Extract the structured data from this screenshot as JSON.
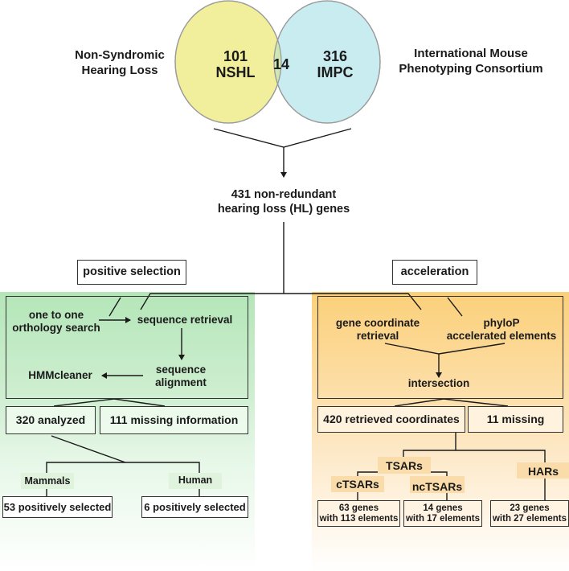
{
  "venn": {
    "left_label_line1": "Non-Syndromic",
    "left_label_line2": "Hearing Loss",
    "right_label_line1": "International Mouse",
    "right_label_line2": "Phenotyping Consortium",
    "left_count": "101",
    "left_name": "NSHL",
    "overlap_count": "14",
    "right_count": "316",
    "right_name": "IMPC",
    "colors": {
      "left": "#f2ef9c",
      "right": "#c9ecf0",
      "overlap": "#cde8b4",
      "stroke": "#999999"
    }
  },
  "summary": {
    "line1": "431 non-redundant",
    "line2": "hearing loss (HL) genes"
  },
  "branches": {
    "left_title": "positive selection",
    "right_title": "acceleration"
  },
  "positive_selection": {
    "step_orthology_line1": "one to one",
    "step_orthology_line2": "orthology search",
    "step_retrieval": "sequence retrieval",
    "step_alignment_line1": "sequence",
    "step_alignment_line2": "alignment",
    "step_cleaner": "HMMcleaner",
    "analyzed": "320 analyzed",
    "missing": "111 missing information",
    "group_mammals": "Mammals",
    "group_human": "Human",
    "result_mammals": "53 positively selected",
    "result_human": "6 positively selected",
    "panel_color": "#b4e6b8"
  },
  "acceleration": {
    "step_coord_line1": "gene coordinate",
    "step_coord_line2": "retrieval",
    "step_phylop_line1": "phyloP",
    "step_phylop_line2": "accelerated elements",
    "step_intersection": "intersection",
    "retrieved": "420 retrieved coordinates",
    "missing": "11 missing",
    "group_tsars": "TSARs",
    "group_ctsars": "cTSARs",
    "group_nctsars": "ncTSARs",
    "group_hars": "HARs",
    "result_ctsars_line1": "63 genes",
    "result_ctsars_line2": "with 113 elements",
    "result_nctsars_line1": "14 genes",
    "result_nctsars_line2": "with 17 elements",
    "result_hars_line1": "23 genes",
    "result_hars_line2": "with 27 elements",
    "panel_color": "#fbd07a"
  }
}
